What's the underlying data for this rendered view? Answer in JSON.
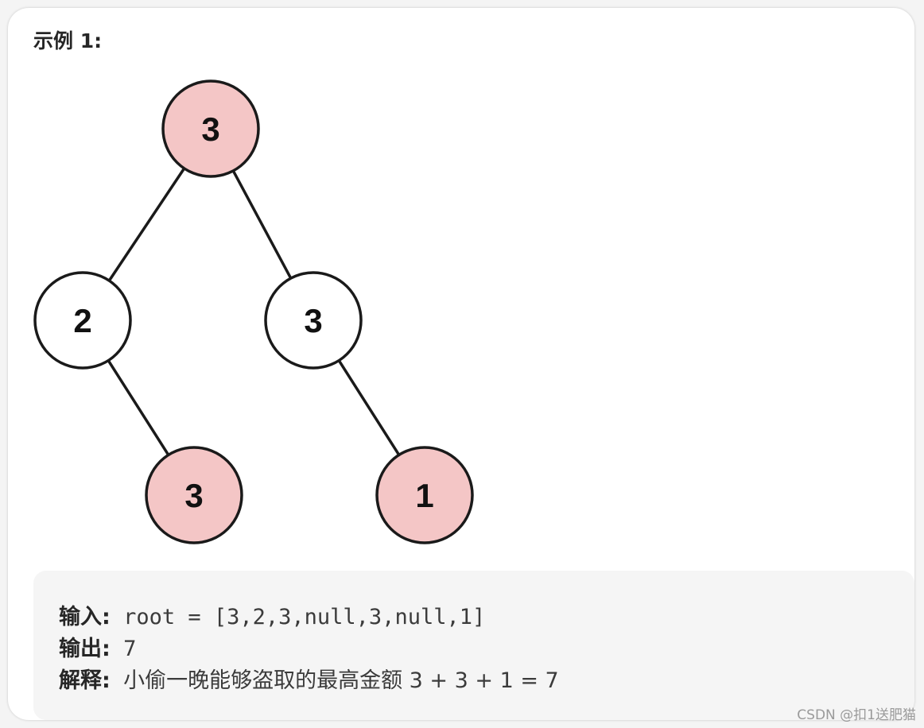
{
  "example": {
    "title": "示例 1:"
  },
  "tree": {
    "nodes": [
      {
        "id": "root",
        "label": "3",
        "robbed": true
      },
      {
        "id": "left",
        "label": "2",
        "robbed": false
      },
      {
        "id": "right",
        "label": "3",
        "robbed": false
      },
      {
        "id": "left-right",
        "label": "3",
        "robbed": true
      },
      {
        "id": "right-right",
        "label": "1",
        "robbed": true
      }
    ],
    "edges": [
      [
        "root",
        "left"
      ],
      [
        "root",
        "right"
      ],
      [
        "left",
        "left-right"
      ],
      [
        "right",
        "right-right"
      ]
    ],
    "colors": {
      "robbed_fill": "#f4c6c6",
      "plain_fill": "#ffffff",
      "stroke": "#1a1a1a"
    }
  },
  "io": {
    "input_label": "输入:",
    "input_value": "root = [3,2,3,null,3,null,1]",
    "output_label": "输出:",
    "output_value": "7",
    "explain_label": "解释:",
    "explain_value": "小偷一晚能够盗取的最高金额 3 + 3 + 1 = 7"
  },
  "watermark": "CSDN @扣1送肥猫"
}
